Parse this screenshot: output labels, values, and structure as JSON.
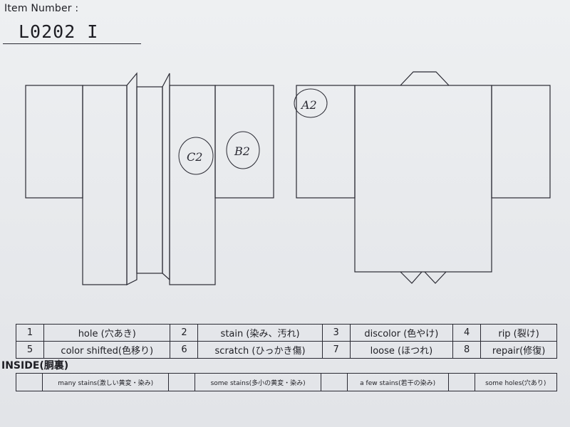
{
  "header": {
    "item_number_label": "Item Number :",
    "item_number_value": "L0202  I"
  },
  "annotations": {
    "front_left": "C2",
    "front_right": "B2",
    "back": "A2"
  },
  "defects": [
    {
      "num": "1",
      "label": "hole (穴あき)"
    },
    {
      "num": "2",
      "label": "stain (染み、汚れ)"
    },
    {
      "num": "3",
      "label": "discolor (色やけ)"
    },
    {
      "num": "4",
      "label": "rip (裂け)"
    },
    {
      "num": "5",
      "label": "color shifted(色移り)"
    },
    {
      "num": "6",
      "label": "scratch (ひっかき傷)"
    },
    {
      "num": "7",
      "label": "loose (ほつれ)"
    },
    {
      "num": "8",
      "label": "repair(修復)"
    }
  ],
  "inside": {
    "title": "INSIDE(胴裏)",
    "items": [
      "many stains(激しい黄変・染み)",
      "some stains(多小の黄変・染み)",
      "a few stains(若干の染み)",
      "some holes(穴あり)"
    ]
  }
}
